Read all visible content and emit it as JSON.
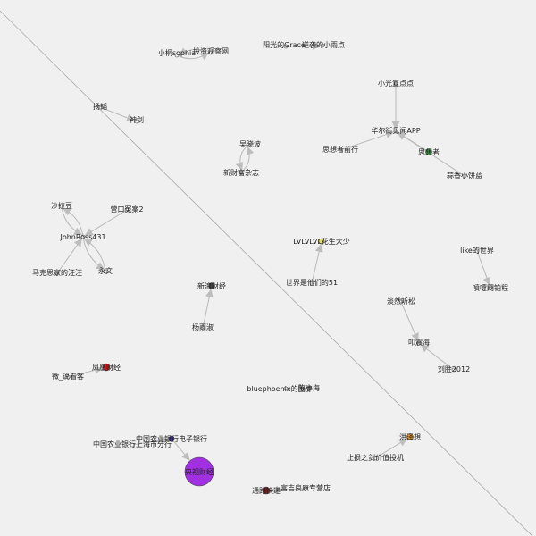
{
  "nodes": [
    {
      "id": "n1",
      "label": "小桐sophia",
      "color": "#f6f6f6"
    },
    {
      "id": "n2",
      "label": "投资观察网",
      "color": "#f6f6f6"
    },
    {
      "id": "n3",
      "label": "阳光的Grace",
      "color": "#f6f6f6"
    },
    {
      "id": "n4",
      "label": "逆袭的小雨点",
      "color": "#f6f6f6"
    },
    {
      "id": "n5",
      "label": "扬韬",
      "color": "#f6f6f6"
    },
    {
      "id": "n6",
      "label": "神剑",
      "color": "#f6f6f6"
    },
    {
      "id": "n7",
      "label": "小光复点点",
      "color": "#f6f6f6"
    },
    {
      "id": "n8",
      "label": "华尔街见闻APP",
      "color": "#f6f6f6"
    },
    {
      "id": "n9",
      "label": "思想者前行",
      "color": "#f6f6f6"
    },
    {
      "id": "n10",
      "label": "思想者",
      "color": "#2e9e3a"
    },
    {
      "id": "n11",
      "label": "蒜香小饼蓝",
      "color": "#f6f6f6"
    },
    {
      "id": "n12",
      "label": "吴晓波",
      "color": "#f6f6f6"
    },
    {
      "id": "n13",
      "label": "新财富杂志",
      "color": "#f6f6f6"
    },
    {
      "id": "n14",
      "label": "沙拉豆",
      "color": "#f6f6f6"
    },
    {
      "id": "n15",
      "label": "营口冤案2",
      "color": "#f6f6f6"
    },
    {
      "id": "n16",
      "label": "JohnRoss431",
      "color": "#f6f6f6"
    },
    {
      "id": "n17",
      "label": "马克思家的汪汪",
      "color": "#f6f6f6"
    },
    {
      "id": "n18",
      "label": "永文",
      "color": "#f6f6f6"
    },
    {
      "id": "n19",
      "label": "LVLVLVL花生大少",
      "color": "#e8e060"
    },
    {
      "id": "n20",
      "label": "世界是他们的51",
      "color": "#f6f6f6"
    },
    {
      "id": "n21",
      "label": "like的世界",
      "color": "#f6f6f6"
    },
    {
      "id": "n22",
      "label": "噴嚏网铂程",
      "color": "#f6f6f6"
    },
    {
      "id": "n23",
      "label": "新浪财经",
      "color": "#444444"
    },
    {
      "id": "n24",
      "label": "杨雨淑",
      "color": "#f6f6f6"
    },
    {
      "id": "n25",
      "label": "淡然听松",
      "color": "#f6f6f6"
    },
    {
      "id": "n26",
      "label": "叩震海",
      "color": "#f6f6f6"
    },
    {
      "id": "n27",
      "label": "刘胜2012",
      "color": "#f6f6f6"
    },
    {
      "id": "n28",
      "label": "凤凰财经",
      "color": "#d11a1a"
    },
    {
      "id": "n29",
      "label": "微_说看客",
      "color": "#f6f6f6"
    },
    {
      "id": "n30",
      "label": "bluephoenix的围脖",
      "color": "#f6f6f6"
    },
    {
      "id": "n31",
      "label": "陈小海",
      "color": "#f6f6f6"
    },
    {
      "id": "n32",
      "label": "中国农业银行电子银行",
      "color": "#3a2f9a"
    },
    {
      "id": "n33",
      "label": "中国农业银行上海市分行",
      "color": "#f6f6f6"
    },
    {
      "id": "n34",
      "label": "央视财经",
      "color": "#a030e0"
    },
    {
      "id": "n35",
      "label": "洪泽想",
      "color": "#e8961a"
    },
    {
      "id": "n36",
      "label": "止损之剑价值投机",
      "color": "#f6f6f6"
    },
    {
      "id": "n37",
      "label": "通路快递",
      "color": "#7a1a1a"
    },
    {
      "id": "n38",
      "label": "富吉良康专营店",
      "color": "#f6f6f6"
    }
  ],
  "edges": [
    {
      "from": "n1",
      "to": "n2"
    },
    {
      "from": "n2",
      "to": "n1"
    },
    {
      "from": "n3",
      "to": "n4"
    },
    {
      "from": "n5",
      "to": "n6"
    },
    {
      "from": "n7",
      "to": "n8"
    },
    {
      "from": "n9",
      "to": "n8"
    },
    {
      "from": "n10",
      "to": "n8"
    },
    {
      "from": "n11",
      "to": "n8"
    },
    {
      "from": "n12",
      "to": "n13"
    },
    {
      "from": "n13",
      "to": "n12"
    },
    {
      "from": "n14",
      "to": "n16"
    },
    {
      "from": "n16",
      "to": "n14"
    },
    {
      "from": "n15",
      "to": "n16"
    },
    {
      "from": "n17",
      "to": "n16"
    },
    {
      "from": "n18",
      "to": "n16"
    },
    {
      "from": "n16",
      "to": "n18"
    },
    {
      "from": "n20",
      "to": "n19"
    },
    {
      "from": "n21",
      "to": "n22"
    },
    {
      "from": "n24",
      "to": "n23"
    },
    {
      "from": "n25",
      "to": "n26"
    },
    {
      "from": "n27",
      "to": "n26"
    },
    {
      "from": "n29",
      "to": "n28"
    },
    {
      "from": "n30",
      "to": "n31"
    },
    {
      "from": "n33",
      "to": "n32"
    },
    {
      "from": "n32",
      "to": "n34"
    },
    {
      "from": "n36",
      "to": "n35"
    },
    {
      "from": "n38",
      "to": "n37"
    }
  ]
}
